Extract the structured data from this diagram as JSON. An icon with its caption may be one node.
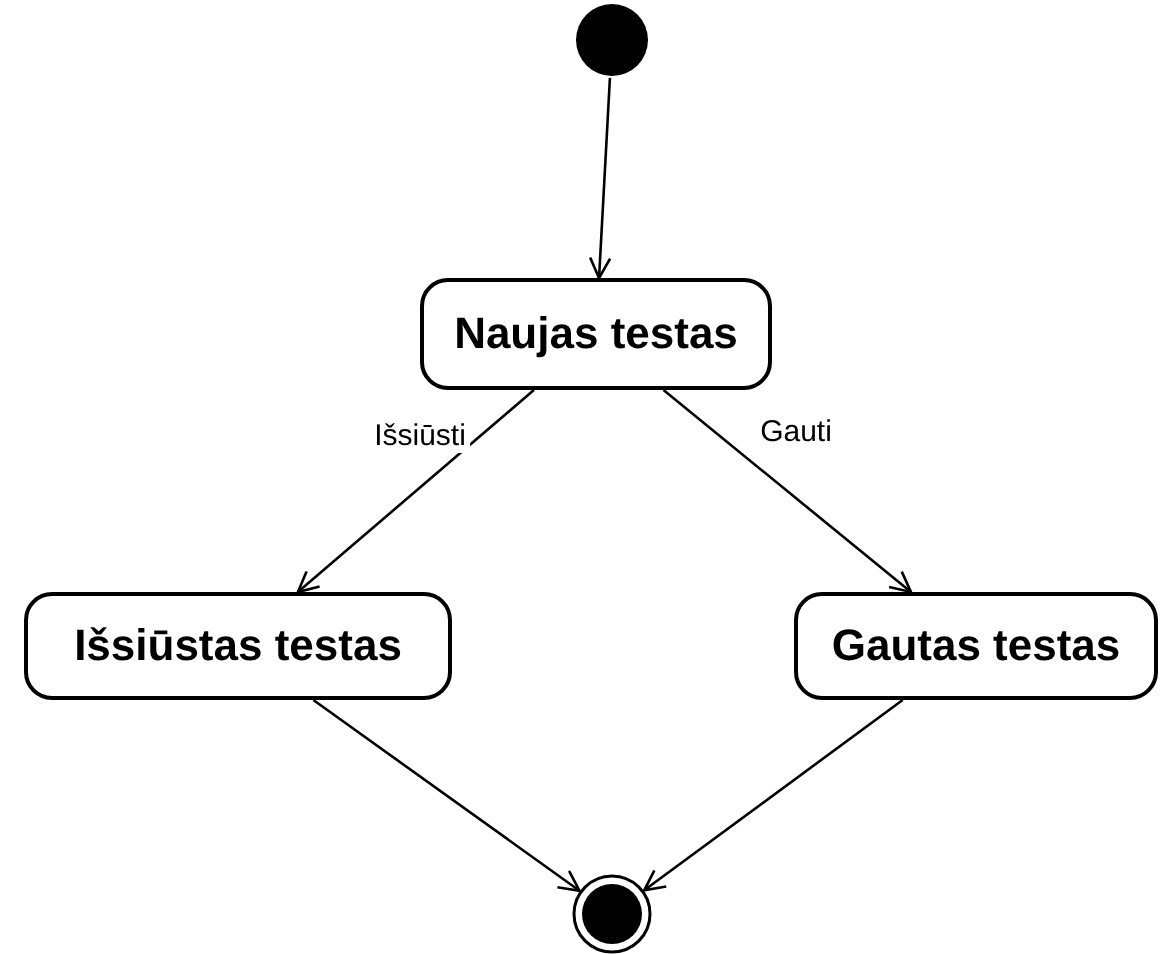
{
  "diagram": {
    "nodes": [
      {
        "text": [],
        "shape": "circle"
      },
      {
        "text": [
          "Naujas testas"
        ]
      },
      {
        "text": [
          "Išsiūstas testas"
        ]
      },
      {
        "text": [
          "Gautas testas"
        ]
      },
      {
        "text": [],
        "shape": "bullseye"
      }
    ],
    "edges": [
      {
        "from": 0,
        "to": 1,
        "arrow": "to"
      },
      {
        "from": 1,
        "to": 2,
        "arrow": "to",
        "label": "Išsiūsti"
      },
      {
        "from": 1,
        "to": 3,
        "arrow": "to",
        "label": "Gauti"
      },
      {
        "from": 2,
        "to": 4,
        "arrow": "to"
      },
      {
        "from": 3,
        "to": 4,
        "arrow": "to"
      }
    ]
  }
}
